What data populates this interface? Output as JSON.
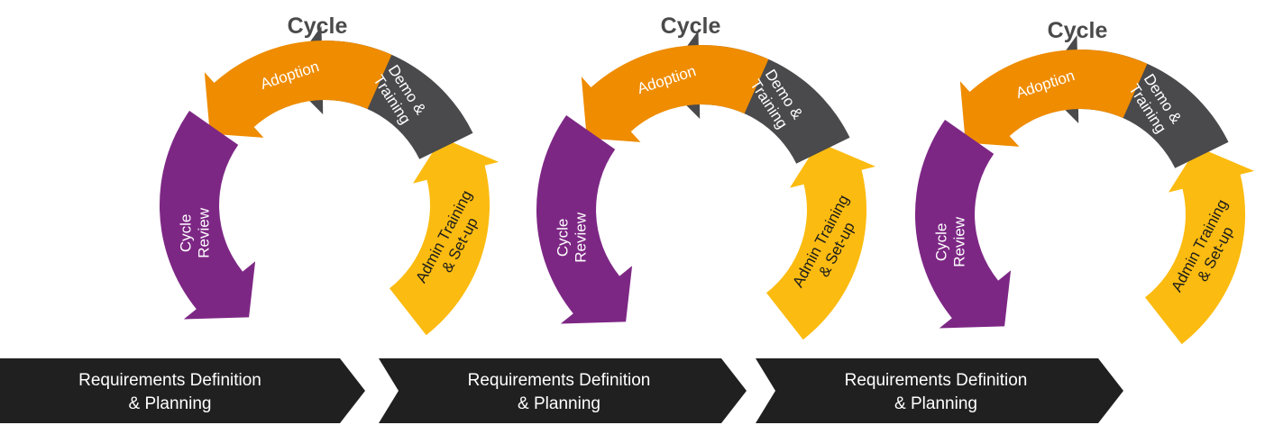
{
  "colors": {
    "adoption": "#ef8c00",
    "demo_training": "#4a4a4c",
    "admin_training": "#fbbb10",
    "cycle_review": "#7d2785",
    "band": "#202020",
    "title": "#4a4a4a"
  },
  "cycles": [
    {
      "title": "Cycle",
      "adoption": "Adoption",
      "demo_line1": "Demo &",
      "demo_line2": "Training",
      "admin_line1": "Admin Training",
      "admin_line2": "& Set-up",
      "review_line1": "Cycle",
      "review_line2": "Review",
      "requirements_line1": "Requirements Definition",
      "requirements_line2": "& Planning"
    },
    {
      "title": "Cycle",
      "adoption": "Adoption",
      "demo_line1": "Demo &",
      "demo_line2": "Training",
      "admin_line1": "Admin Training",
      "admin_line2": "& Set-up",
      "review_line1": "Cycle",
      "review_line2": "Review",
      "requirements_line1": "Requirements Definition",
      "requirements_line2": "& Planning"
    },
    {
      "title": "Cycle",
      "adoption": "Adoption",
      "demo_line1": "Demo &",
      "demo_line2": "Training",
      "admin_line1": "Admin Training",
      "admin_line2": "& Set-up",
      "review_line1": "Cycle",
      "review_line2": "Review",
      "requirements_line1": "Requirements Definition",
      "requirements_line2": "& Planning"
    }
  ]
}
